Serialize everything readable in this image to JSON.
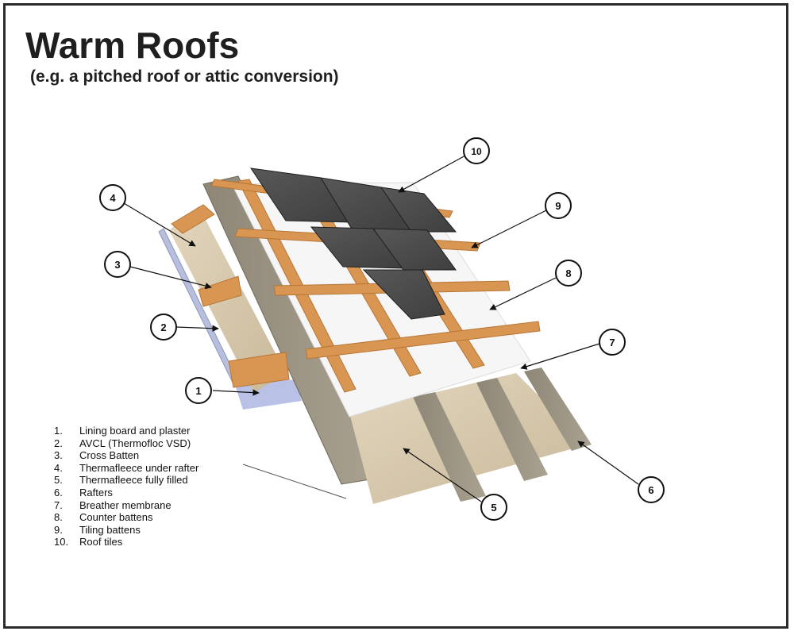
{
  "title": "Warm Roofs",
  "subtitle": "(e.g. a pitched roof or attic conversion)",
  "callouts": [
    {
      "number": "1",
      "label": "Lining board and plaster"
    },
    {
      "number": "2",
      "label": "AVCL (Thermofloc VSD)"
    },
    {
      "number": "3",
      "label": "Cross Batten"
    },
    {
      "number": "4",
      "label": "Thermafleece under rafter"
    },
    {
      "number": "5",
      "label": "Thermafleece fully filled"
    },
    {
      "number": "6",
      "label": "Rafters"
    },
    {
      "number": "7",
      "label": "Breather membrane"
    },
    {
      "number": "8",
      "label": "Counter battens"
    },
    {
      "number": "9",
      "label": "Tiling battens"
    },
    {
      "number": "10",
      "label": "Roof tiles"
    }
  ],
  "legend": [
    {
      "num": "1.",
      "text": "Lining board and plaster"
    },
    {
      "num": "2.",
      "text": "AVCL (Thermofloc VSD)"
    },
    {
      "num": "3.",
      "text": "Cross Batten"
    },
    {
      "num": "4.",
      "text": "Thermafleece under rafter"
    },
    {
      "num": "5.",
      "text": "Thermafleece fully filled"
    },
    {
      "num": "6.",
      "text": "Rafters"
    },
    {
      "num": "7.",
      "text": "Breather membrane"
    },
    {
      "num": "8.",
      "text": "Counter battens"
    },
    {
      "num": "9.",
      "text": "Tiling battens"
    },
    {
      "num": "10.",
      "text": "Roof tiles"
    }
  ],
  "colors": {
    "timber": "#d99552",
    "insulation": "#d8c9ad",
    "membrane": "#f6f6f6",
    "tile": "#4a4a4a",
    "plaster": "#b9c2e6",
    "rafter": "#9a9181"
  }
}
